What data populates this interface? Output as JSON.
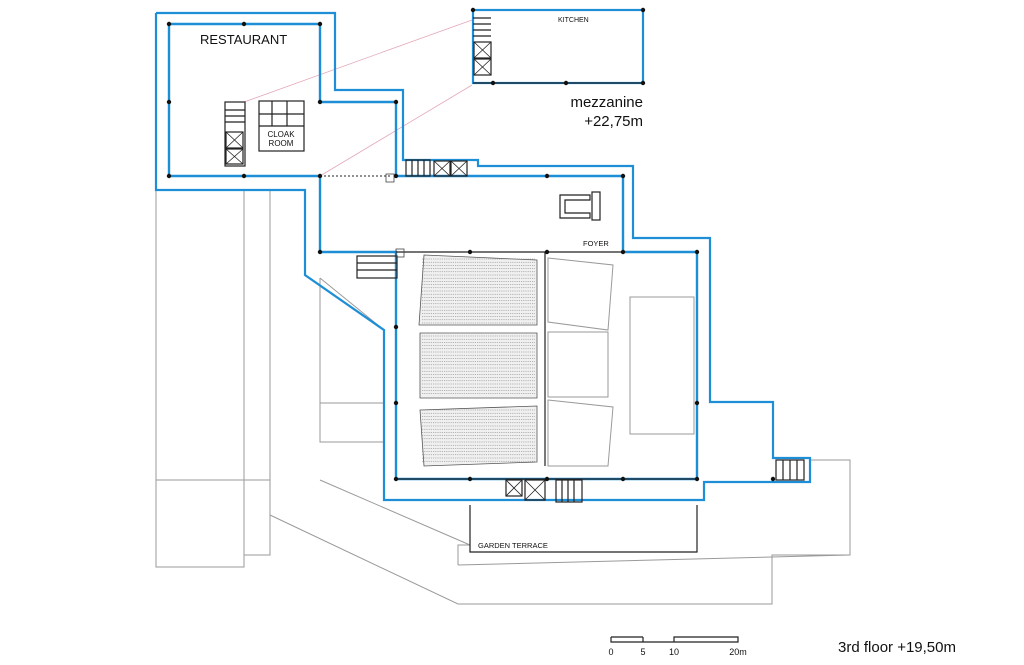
{
  "labels": {
    "restaurant": "RESTAURANT",
    "kitchen": "KITCHEN",
    "cloak_line1": "CLOAK",
    "cloak_line2": "ROOM",
    "foyer": "FOYER",
    "garden_terrace": "GARDEN TERRACE",
    "mezzanine_name": "mezzanine",
    "mezzanine_level": "+22,75m",
    "floor_title": "3rd floor  +19,50m"
  },
  "scale_bar": {
    "ticks": [
      "0",
      "5",
      "10",
      "20m"
    ]
  },
  "colors": {
    "outline_blue": "#1e8fd6",
    "wall_dark": "#222222",
    "context_grey": "#9a9a9a",
    "projection_pink": "#e3a9b6"
  }
}
